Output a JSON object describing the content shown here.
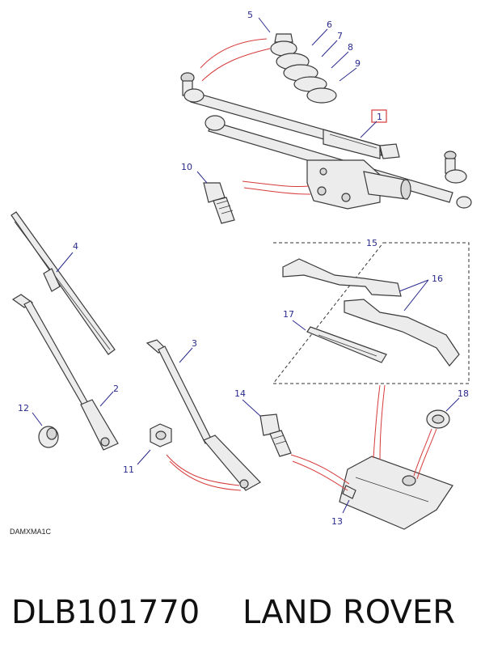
{
  "diagram": {
    "code": "DAMXMA1C",
    "callouts": {
      "c1": "1",
      "c2": "2",
      "c3": "3",
      "c4": "4",
      "c5": "5",
      "c6": "6",
      "c7": "7",
      "c8": "8",
      "c9": "9",
      "c10": "10",
      "c11": "11",
      "c12": "12",
      "c13": "13",
      "c14": "14",
      "c15": "15",
      "c16": "16",
      "c17": "17",
      "c18": "18"
    },
    "colors": {
      "callout": "#2a2a8c",
      "leader_red": "#d63a3a",
      "highlight_box": "#d63a3a"
    }
  },
  "footer": {
    "part_number": "DLB101770",
    "brand": "LAND ROVER"
  }
}
